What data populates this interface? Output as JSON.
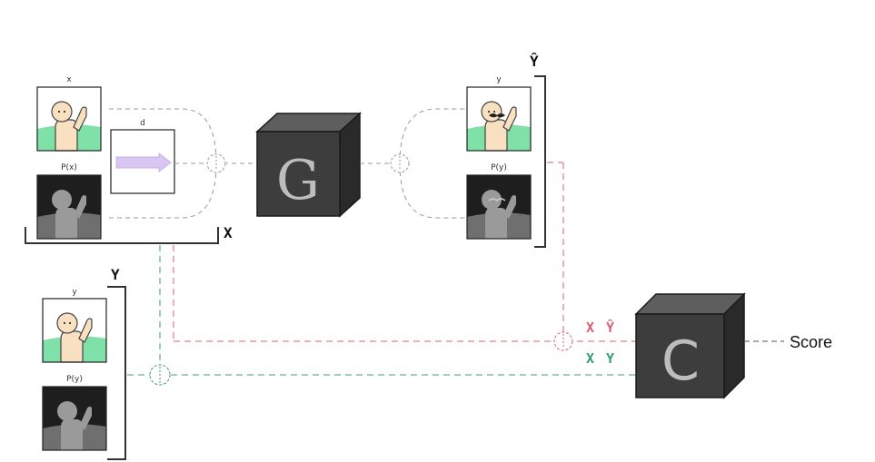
{
  "top_left_group": {
    "bracket_label": "X",
    "image_x_label": "x",
    "image_px_label": "P(x)",
    "dir_box_label": "d"
  },
  "generator": {
    "letter": "G"
  },
  "top_right_group": {
    "bracket_label": "Ŷ",
    "image_y_label": "y",
    "image_py_label": "P(y)"
  },
  "bottom_left_group": {
    "bracket_label": "Y",
    "image_y_label": "y",
    "image_py_label": "P(y)"
  },
  "critic": {
    "letter": "C",
    "output_label": "Score"
  },
  "pair_labels": {
    "fake_x": "X",
    "fake_y": "Ŷ",
    "real_x": "X",
    "real_y": "Y"
  },
  "colors": {
    "fake_path": "#d9606e",
    "real_path": "#3a9a78",
    "cube_front": "#3d3d3d",
    "cube_top": "#5e5e5e",
    "cube_side": "#2a2a2a",
    "grass": "#7fe0a8",
    "skin": "#f8e0c0",
    "arrow_fill": "#d9c6f2"
  }
}
